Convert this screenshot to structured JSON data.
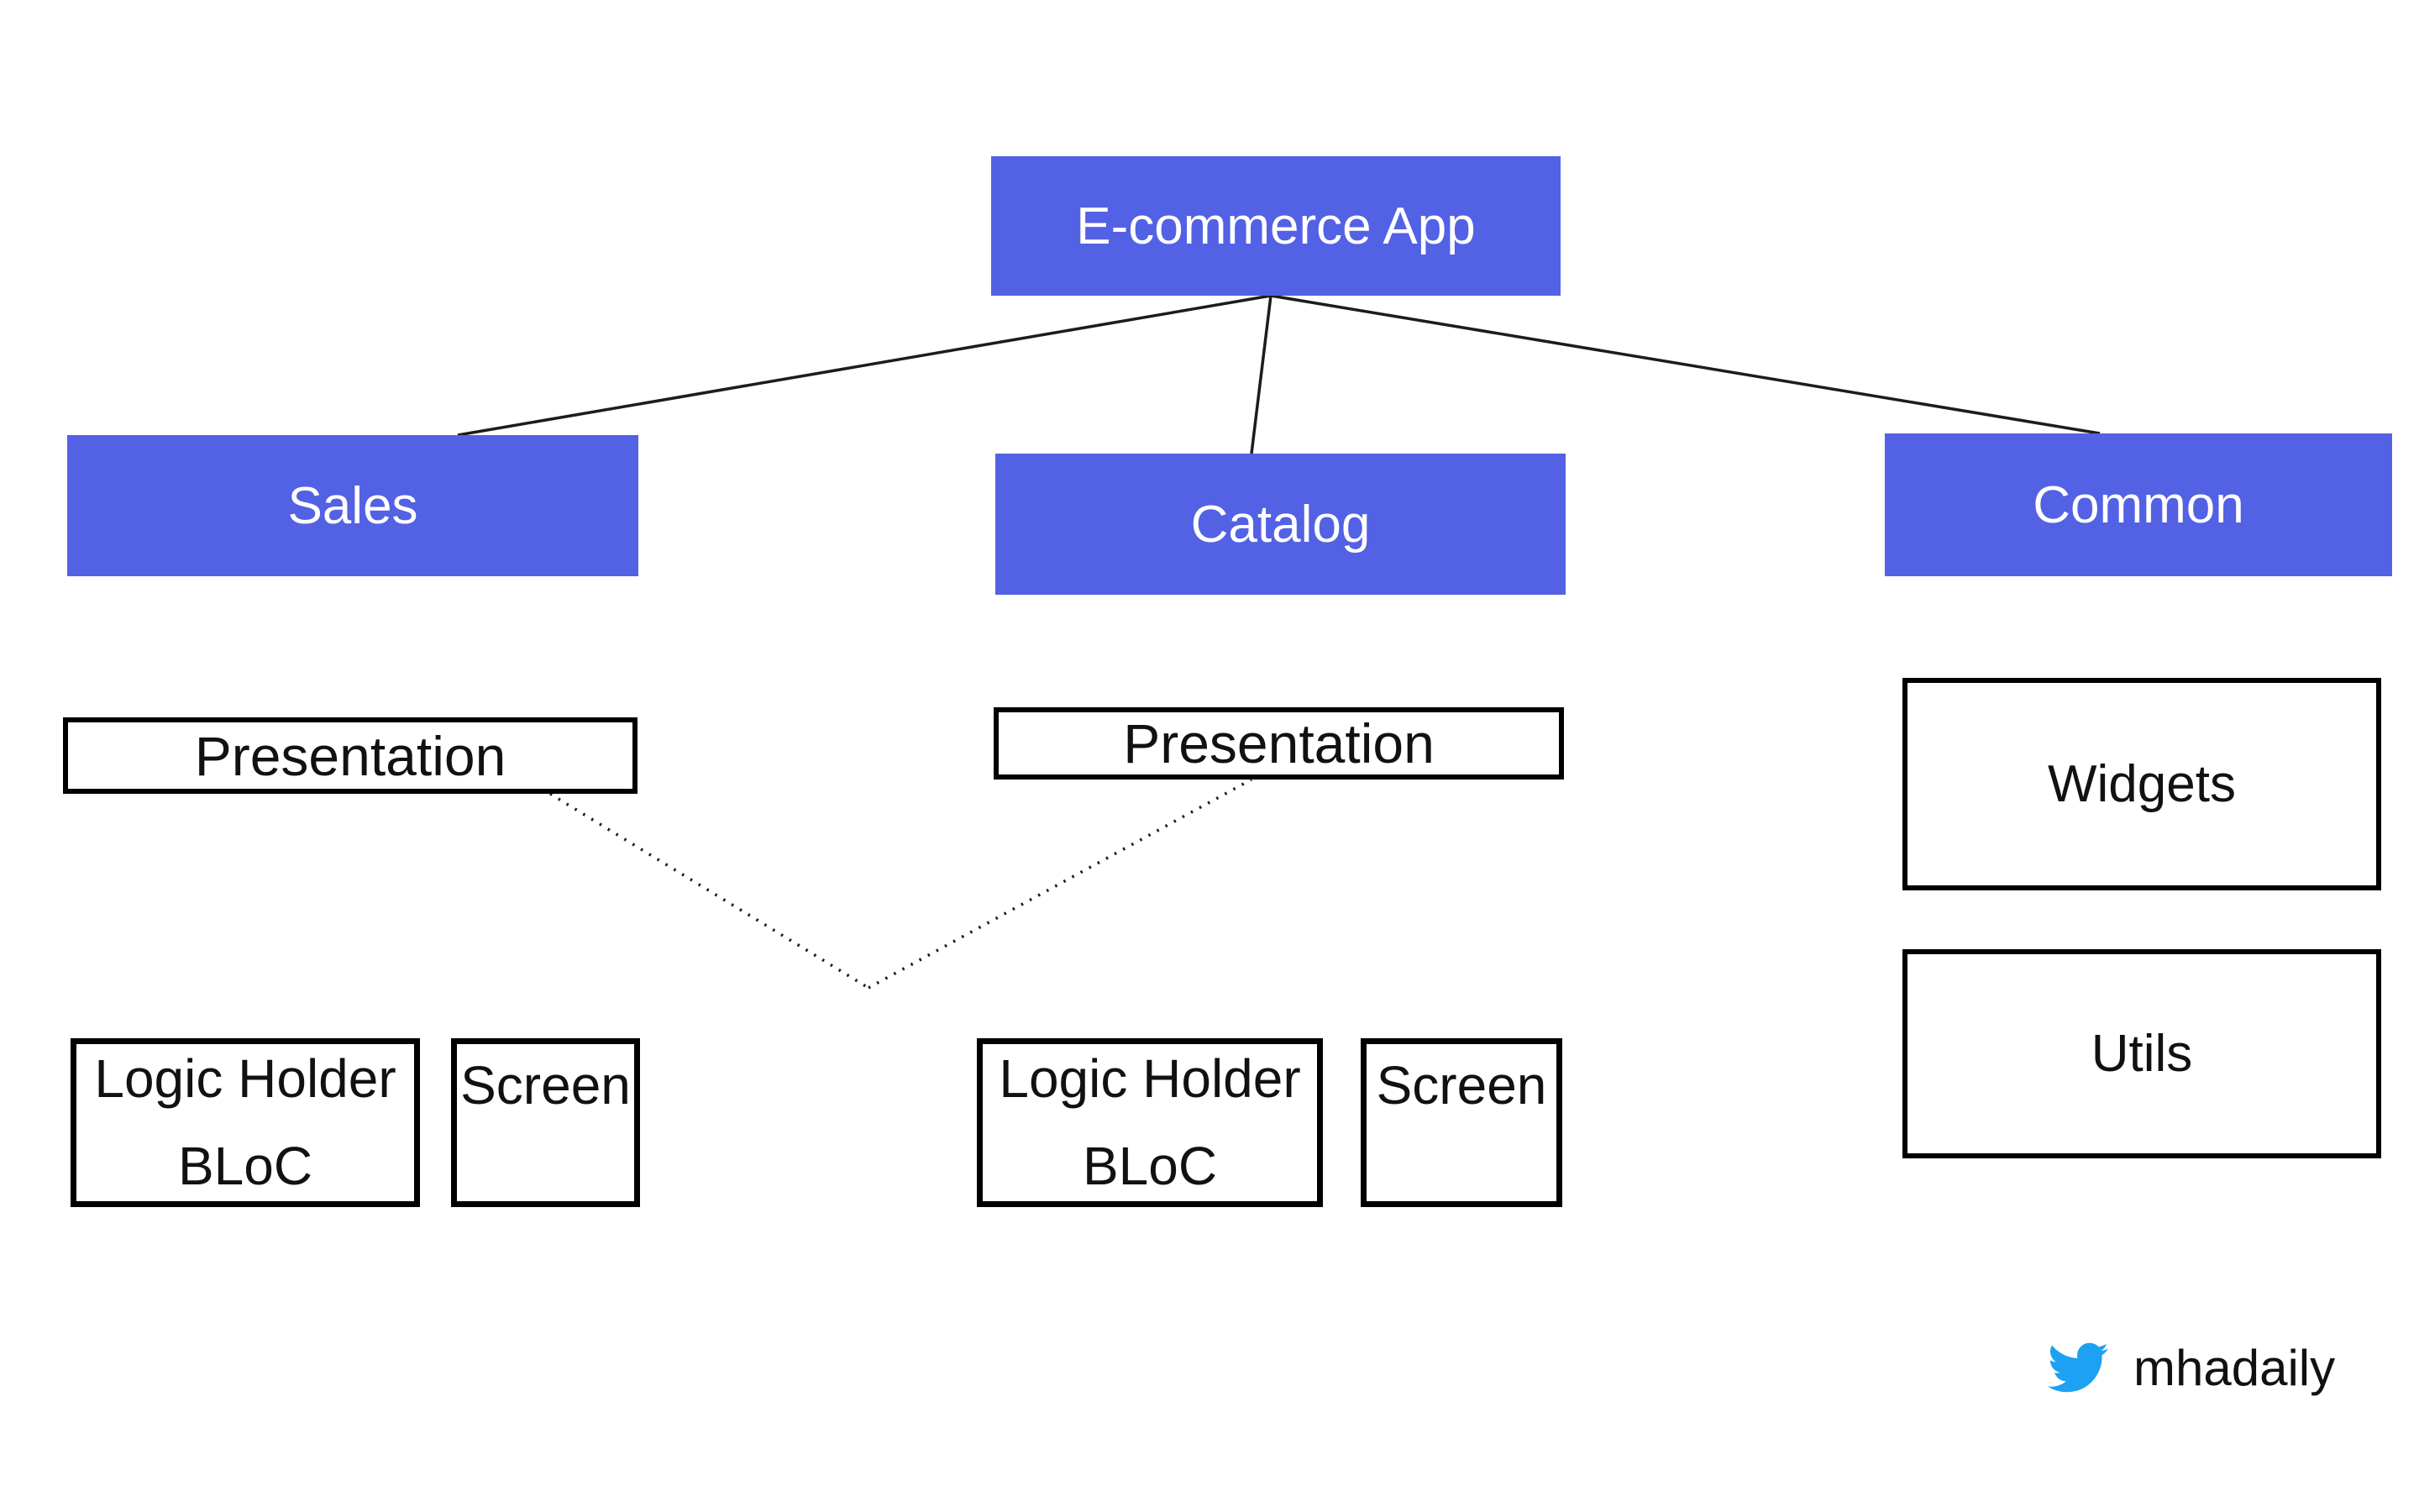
{
  "colors": {
    "background": "#ffffff",
    "module_fill": "#5361e4",
    "module_text": "#ffffff",
    "layer_border": "#000000",
    "layer_text": "#111111",
    "connector": "#1c1c1c",
    "twitter_blue": "#1da1f2",
    "handle_text": "#111111"
  },
  "tree": {
    "root": {
      "label": "E-commerce App"
    },
    "branches": [
      {
        "label": "Sales",
        "presentation": "Presentation",
        "logic_holder": {
          "line1": "Logic Holder",
          "line2": "BLoC"
        },
        "screen": "Screen"
      },
      {
        "label": "Catalog",
        "presentation": "Presentation",
        "logic_holder": {
          "line1": "Logic Holder",
          "line2": "BLoC"
        },
        "screen": "Screen"
      },
      {
        "label": "Common",
        "children": [
          "Widgets",
          "Utils"
        ]
      }
    ]
  },
  "footer": {
    "twitter_handle": "mhadaily",
    "twitter_icon": "twitter-bird-icon"
  }
}
